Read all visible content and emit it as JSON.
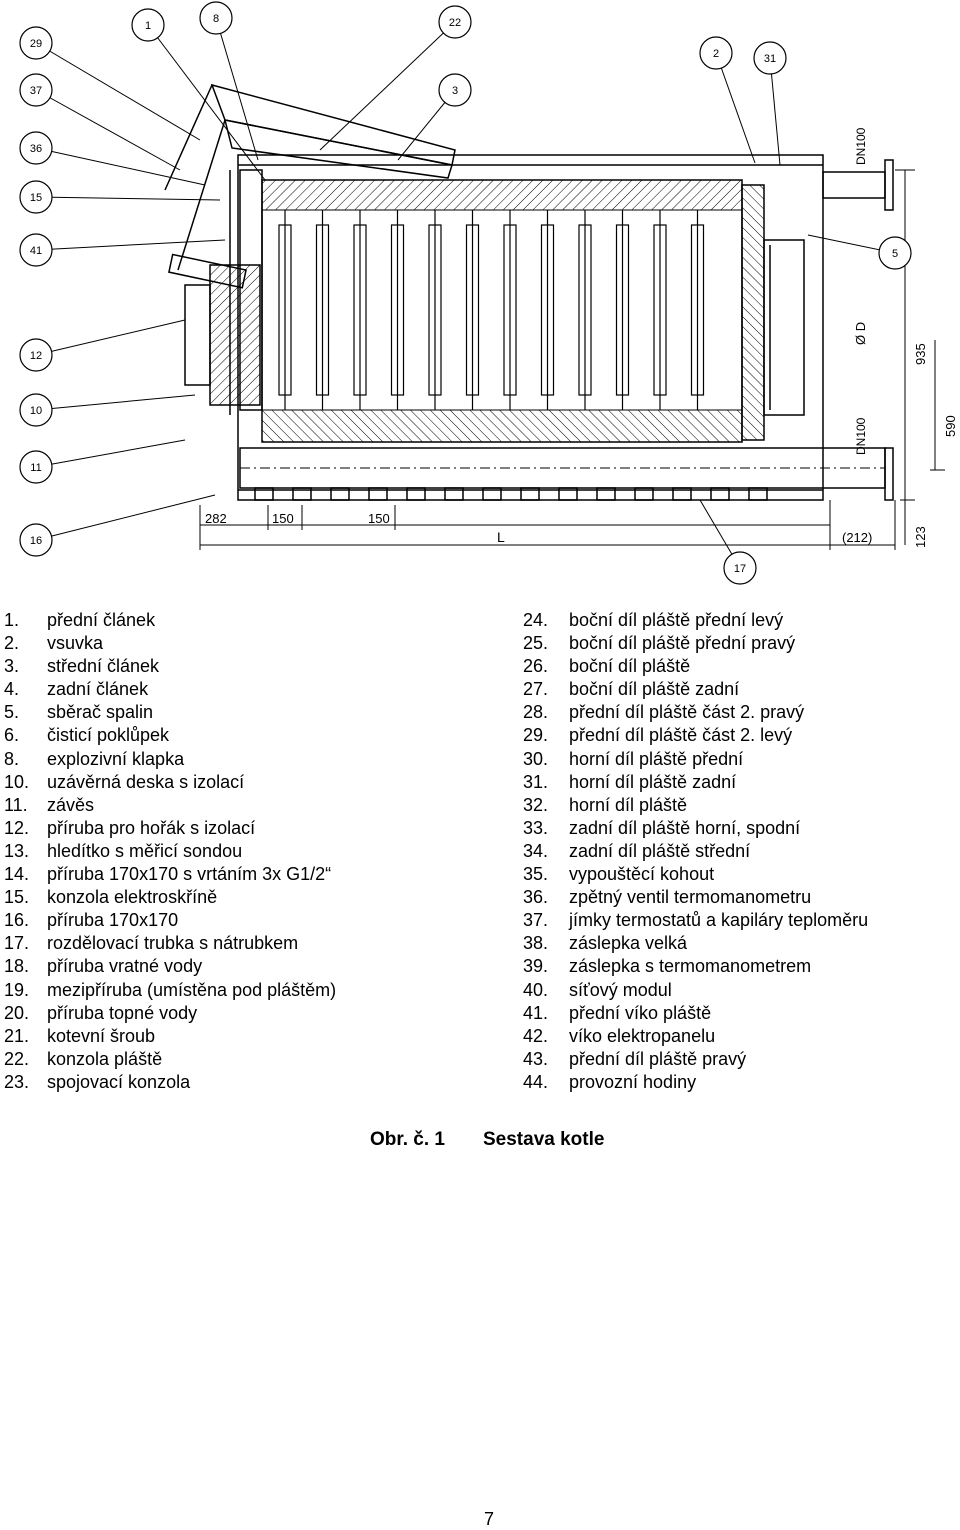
{
  "drawing": {
    "callouts": [
      "1",
      "29",
      "37",
      "36",
      "15",
      "41",
      "12",
      "10",
      "11",
      "16",
      "8",
      "22",
      "3",
      "2",
      "31",
      "5",
      "17"
    ],
    "dimensions": {
      "d282": "282",
      "d150a": "150",
      "d150b": "150",
      "dL": "L",
      "d212": "(212)",
      "d123": "123",
      "d935": "935",
      "d590": "590",
      "dD": "Ø D",
      "dn_top": "DN100",
      "dn_bottom": "DN100"
    }
  },
  "parts_left": [
    {
      "num": "1.",
      "text": "přední článek"
    },
    {
      "num": "2.",
      "text": "vsuvka"
    },
    {
      "num": "3.",
      "text": "střední článek"
    },
    {
      "num": "4.",
      "text": "zadní článek"
    },
    {
      "num": "5.",
      "text": "sběrač spalin"
    },
    {
      "num": "6.",
      "text": "čisticí poklůpek"
    },
    {
      "num": "8.",
      "text": "explozivní klapka"
    },
    {
      "num": "10.",
      "text": "uzávěrná deska s izolací"
    },
    {
      "num": "11.",
      "text": "závěs"
    },
    {
      "num": "12.",
      "text": "příruba pro hořák s izolací"
    },
    {
      "num": "13.",
      "text": "hledítko s měřicí sondou"
    },
    {
      "num": "14.",
      "text": "příruba 170x170 s vrtáním 3x G1/2“"
    },
    {
      "num": "15.",
      "text": "konzola elektroskříně"
    },
    {
      "num": "16.",
      "text": "příruba 170x170"
    },
    {
      "num": "17.",
      "text": "rozdělovací trubka s nátrubkem"
    },
    {
      "num": "18.",
      "text": "příruba vratné vody"
    },
    {
      "num": "19.",
      "text": "mezipříruba (umístěna pod pláštěm)"
    },
    {
      "num": "20.",
      "text": "příruba topné vody"
    },
    {
      "num": "21.",
      "text": "kotevní šroub"
    },
    {
      "num": "22.",
      "text": "konzola pláště"
    },
    {
      "num": "23.",
      "text": "spojovací konzola"
    }
  ],
  "parts_right": [
    {
      "num": "24.",
      "text": "boční díl pláště přední levý"
    },
    {
      "num": "25.",
      "text": "boční díl pláště přední pravý"
    },
    {
      "num": "26.",
      "text": "boční díl pláště"
    },
    {
      "num": "27.",
      "text": "boční díl pláště zadní"
    },
    {
      "num": "28.",
      "text": "přední díl pláště část 2. pravý"
    },
    {
      "num": "29.",
      "text": "přední díl pláště část 2. levý"
    },
    {
      "num": "30.",
      "text": "horní díl pláště přední"
    },
    {
      "num": "31.",
      "text": "horní díl pláště zadní"
    },
    {
      "num": "32.",
      "text": "horní díl pláště"
    },
    {
      "num": "33.",
      "text": "zadní díl pláště horní, spodní"
    },
    {
      "num": "34.",
      "text": "zadní díl pláště střední"
    },
    {
      "num": "35.",
      "text": "vypouštěcí kohout"
    },
    {
      "num": "36.",
      "text": "zpětný ventil termomanometru"
    },
    {
      "num": "37.",
      "text": "jímky termostatů a kapiláry teploměru"
    },
    {
      "num": "38.",
      "text": "záslepka velká"
    },
    {
      "num": "39.",
      "text": "záslepka s termomanometrem"
    },
    {
      "num": "40.",
      "text": "síťový modul"
    },
    {
      "num": "41.",
      "text": "přední víko pláště"
    },
    {
      "num": "42.",
      "text": "víko elektropanelu"
    },
    {
      "num": "43.",
      "text": "přední díl pláště pravý"
    },
    {
      "num": "44.",
      "text": "provozní hodiny"
    }
  ],
  "caption": {
    "figure": "Obr. č. 1",
    "title": "Sestava kotle"
  },
  "page_number": "7"
}
